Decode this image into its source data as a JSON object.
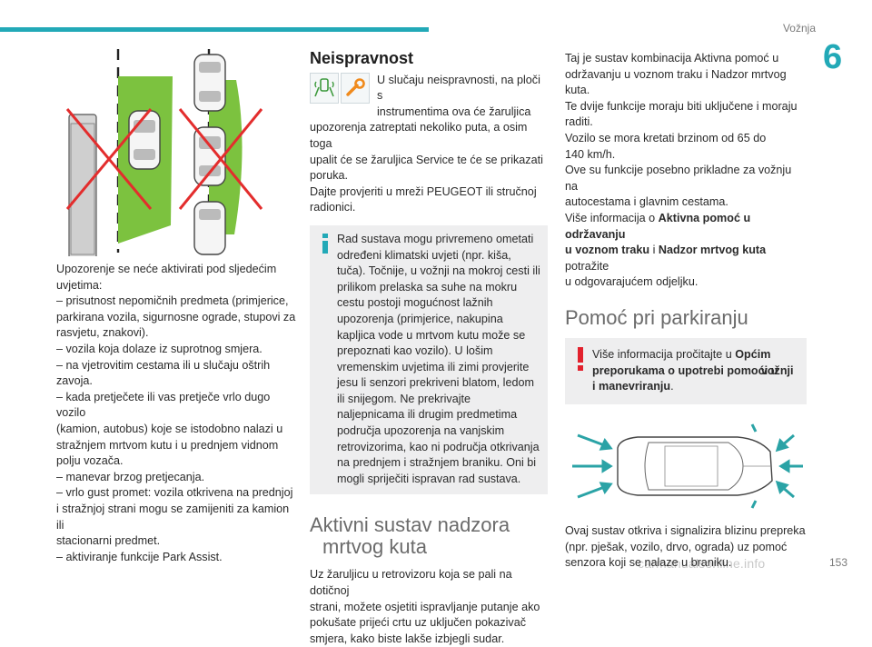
{
  "header": {
    "title": "Vožnja",
    "chapter": "6",
    "page_number": "153",
    "watermark": "carmanualsonline.info"
  },
  "col1": {
    "lines": [
      "Upozorenje se neće aktivirati pod sljedećim",
      "uvjetima:",
      "–  prisutnost nepomičnih predmeta (primjerice,",
      "parkirana vozila, sigurnosne ograde, stupovi za",
      "rasvjetu, znakovi).",
      "–  vozila koja dolaze iz suprotnog smjera.",
      "–  na vjetrovitim cestama ili u slučaju oštrih",
      "zavoja.",
      "–  kada pretječete ili vas pretječe vrlo dugo vozilo",
      "(kamion, autobus) koje se istodobno nalazi u",
      "stražnjem mrtvom kutu i u prednjem vidnom",
      "polju vozača.",
      "–  manevar brzog pretjecanja.",
      "–  vrlo gust promet: vozila otkrivena na prednjoj",
      "i stražnjoj strani mogu se zamijeniti za kamion ili",
      "stacionarni predmet.",
      "–  aktiviranje funkcije Park Assist."
    ]
  },
  "col2": {
    "fault_title": "Neispravnost",
    "fault_text": [
      "U slučaju neispravnosti, na ploči s",
      "instrumentima ova će žaruljica",
      "upozorenja zatreptati nekoliko puta, a osim toga",
      "upalit će se žaruljica Service te će se prikazati",
      "poruka.",
      "Dajte provjeriti u mreži PEUGEOT ili stručnoj",
      "radionici."
    ],
    "note_lines": [
      "Rad sustava mogu privremeno ometati",
      "određeni klimatski uvjeti (npr. kiša, tuča).",
      "Točnije, u vožnji na mokroj cesti ili prilikom",
      "prelaska sa suhe na mokru cestu postoji",
      "mogućnost lažnih upozorenja (primjerice,",
      "nakupina kapljica vode u mrtvom kutu može",
      "se prepoznati kao vozilo).",
      "U lošim vremenskim uvjetima ili zimi provjerite",
      "jesu li senzori prekriveni blatom, ledom ili",
      "snijegom.",
      "Ne prekrivajte naljepnicama ili drugim",
      "predmetima područja upozorenja na vanjskim",
      "retrovizorima, kao ni područja otkrivanja na",
      "prednjem i stražnjem braniku. Oni bi mogli",
      "spriječiti ispravan rad sustava."
    ],
    "section_title_1": "Aktivni sustav nadzora",
    "section_title_2": "mrtvog kuta",
    "section_lines": [
      "Uz žaruljicu u retrovizoru koja se pali na dotičnoj",
      "strani, možete osjetiti ispravljanje putanje ako",
      "pokušate prijeći crtu uz uključen pokazivač",
      "smjera, kako biste lakše izbjegli sudar."
    ]
  },
  "col3": {
    "intro_lines": [
      "Taj je sustav kombinacija Aktivna pomoć u",
      "održavanju u voznom traku i Nadzor mrtvog",
      "kuta.",
      "Te dvije funkcije moraju biti uključene i moraju",
      "raditi.",
      "Vozilo se mora kretati brzinom od 65 do",
      "140 km/h.",
      "Ove su funkcije posebno prikladne za vožnju na",
      "autocestama i glavnim cestama."
    ],
    "more_info_pre": "Više informacija o ",
    "more_info_b1": "Aktivna pomoć u održavanju",
    "more_info_b1b": "u voznom traku",
    "more_info_mid": " i ",
    "more_info_b2": "Nadzor mrtvog kuta",
    "more_info_post": " potražite",
    "more_info_last": "u odgovarajućem odjeljku.",
    "park_title": "Pomoć pri parkiranju",
    "warn_pre": "Više informacija pročitajte u ",
    "warn_b1": "Općim",
    "warn_b2": "preporukama o upotrebi pomoći u",
    "warn_b3": "vožnji i manevriranju",
    "warn_post": ".",
    "park_lines": [
      "Ovaj sustav otkriva i signalizira blizinu prepreka",
      "(npr. pješak, vozilo, drvo, ograda) uz pomoć",
      "senzora koji se nalaze u braniku."
    ]
  }
}
